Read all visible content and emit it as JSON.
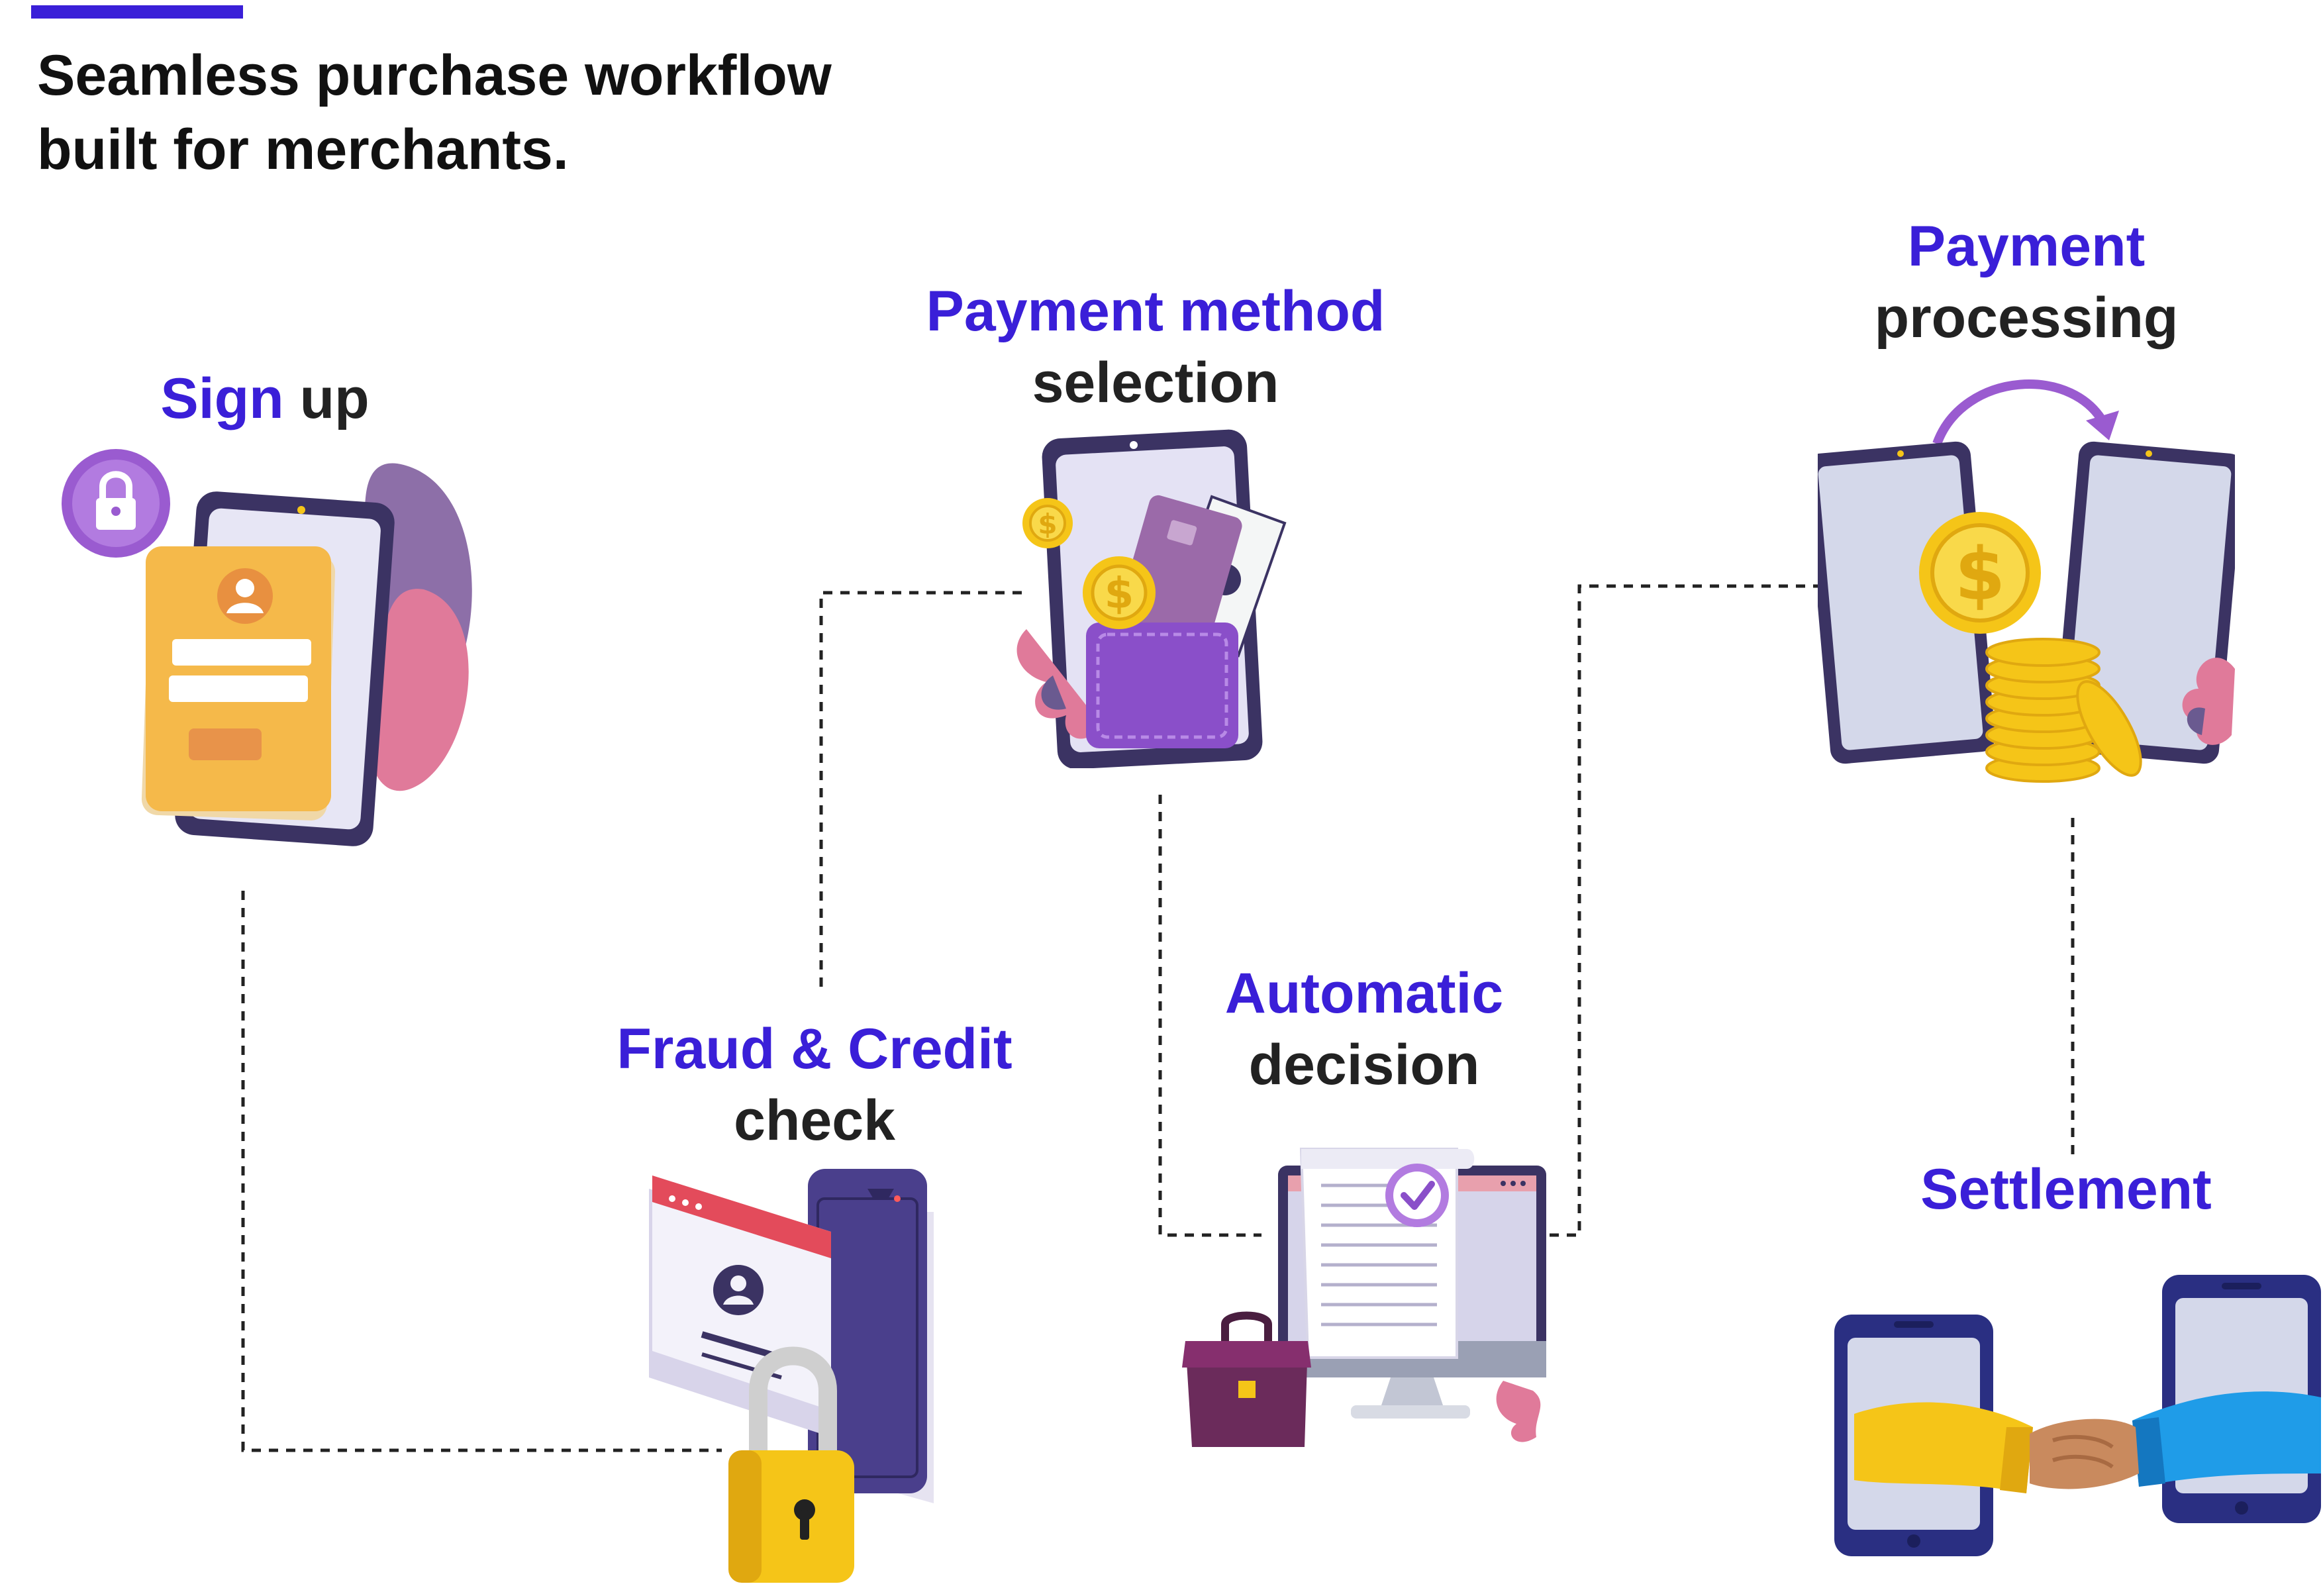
{
  "header": {
    "title_line1": "Seamless purchase workflow",
    "title_line2": "built for merchants."
  },
  "steps": [
    {
      "id": "sign-up",
      "highlight": "Sign",
      "rest": "up",
      "icon": "phone-signup-form-icon"
    },
    {
      "id": "fraud-credit",
      "highlight": "Fraud & Credit",
      "rest": "check",
      "icon": "browser-phone-padlock-icon"
    },
    {
      "id": "payment-method",
      "highlight": "Payment method",
      "rest": "selection",
      "icon": "phone-wallet-card-coins-icon"
    },
    {
      "id": "automatic-decision",
      "highlight": "Automatic",
      "rest": "decision",
      "icon": "monitor-document-checkmark-icon"
    },
    {
      "id": "payment-processing",
      "highlight": "Payment",
      "rest": "processing",
      "icon": "phones-coin-transfer-icon"
    },
    {
      "id": "settlement",
      "highlight": "Settlement",
      "rest": "",
      "icon": "phones-handshake-icon"
    }
  ],
  "colors": {
    "accent": "#3a1fd8",
    "text": "#222222",
    "purple": "#8a4fc9",
    "coin": "#f5c518",
    "pink": "#e07a9a"
  }
}
